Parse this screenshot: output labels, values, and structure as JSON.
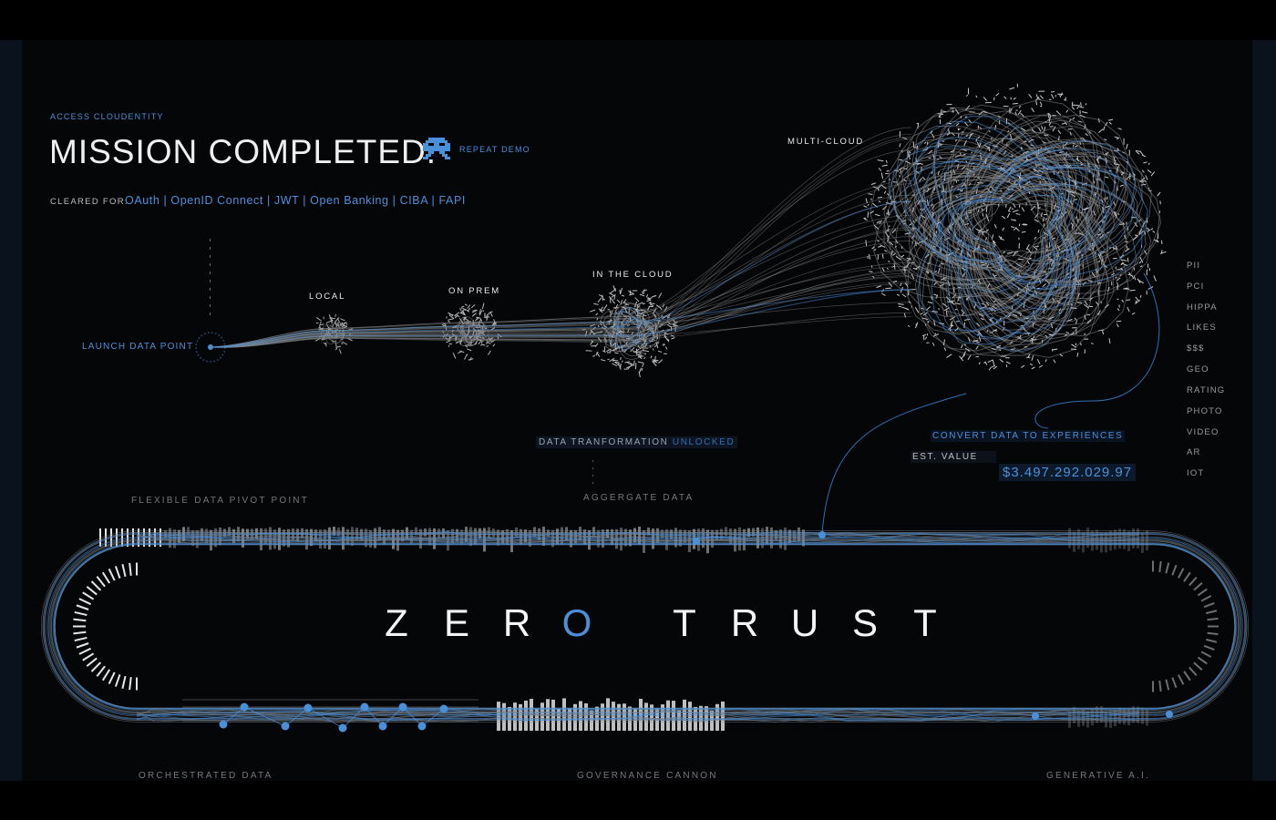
{
  "header": {
    "eyebrow": "ACCESS CLOUDENTITY",
    "title": "MISSION COMPLETED.",
    "repeat_label": "REPEAT DEMO",
    "cleared_label": "CLEARED FOR:",
    "cleared_value": "OAuth | OpenID Connect | JWT | Open Banking | CIBA | FAPI"
  },
  "launch": {
    "label": "LAUNCH DATA POINT"
  },
  "stages": [
    "LOCAL",
    "ON PREM",
    "IN THE CLOUD",
    "MULTI-CLOUD"
  ],
  "sensitivities": [
    "PII",
    "PCI",
    "HIPPA",
    "LIKES",
    "$$$",
    "GEO",
    "RATING",
    "PHOTO",
    "VIDEO",
    "AR",
    "IOT"
  ],
  "transformation": {
    "prefix": "DATA TRANFORMATION",
    "status": "UNLOCKED"
  },
  "experiences": {
    "label": "CONVERT DATA TO EXPERIENCES",
    "est_label": "EST. VALUE",
    "est_value": "$3.497.292.029.97"
  },
  "captions": {
    "pivot": "FLEXIBLE DATA PIVOT POINT",
    "aggregate": "AGGERGATE DATA",
    "orchestrated": "ORCHESTRATED DATA",
    "governance": "GOVERNANCE CANNON",
    "generative": "GENERATIVE A.I."
  },
  "hero": {
    "letters": [
      "Z",
      "E",
      "R",
      "O",
      "",
      "T",
      "R",
      "U",
      "S",
      "T"
    ]
  },
  "colors": {
    "accent": "#4a90d9",
    "background": "#050608",
    "text": "#f0f0f0",
    "muted": "#8a8a8a"
  },
  "icons": {
    "logo": "space-invader-icon"
  }
}
